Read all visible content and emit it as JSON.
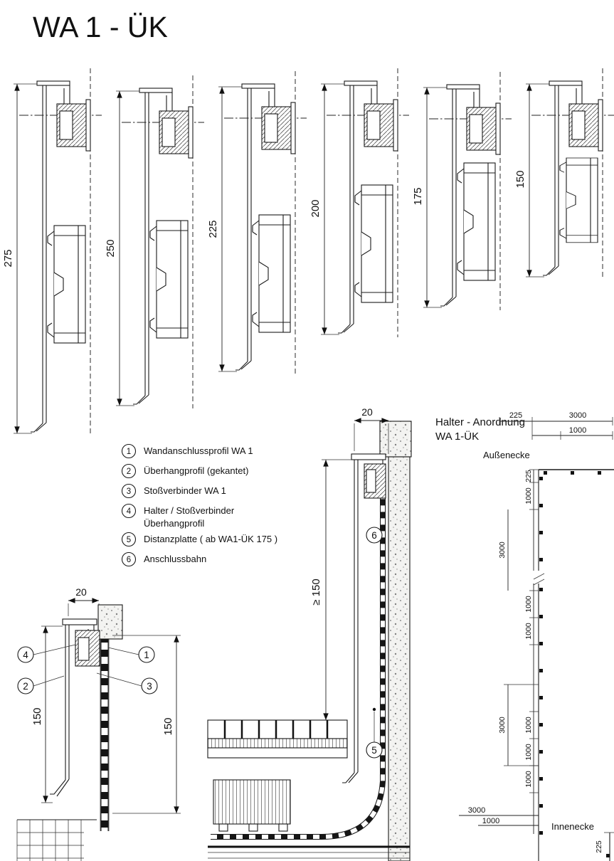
{
  "title": "WA 1 - ÜK",
  "profiles": [
    {
      "height_label": "275"
    },
    {
      "height_label": "250"
    },
    {
      "height_label": "225"
    },
    {
      "height_label": "200"
    },
    {
      "height_label": "175"
    },
    {
      "height_label": "150"
    }
  ],
  "legend": {
    "items": [
      {
        "num": "1",
        "line1": "Wandanschlussprofil WA 1"
      },
      {
        "num": "2",
        "line1": "Überhangprofil (gekantet)"
      },
      {
        "num": "3",
        "line1": "Stoßverbinder WA 1"
      },
      {
        "num": "4",
        "line1": "Halter / Stoßverbinder",
        "line2": "Überhangprofil"
      },
      {
        "num": "5",
        "line1": "Distanzplatte ( ab WA1-ÜK 175 )"
      },
      {
        "num": "6",
        "line1": "Anschlussbahn"
      }
    ]
  },
  "detail_left": {
    "dim_top": "20",
    "dim_left": "150",
    "dim_right": "150",
    "callouts": {
      "c1": "1",
      "c2": "2",
      "c3": "3",
      "c4": "4"
    }
  },
  "detail_middle": {
    "dim_top": "20",
    "dim_height": "≥ 150",
    "callouts": {
      "c5": "5",
      "c6": "6"
    }
  },
  "halter_layout": {
    "title_line1": "Halter - Anordnung",
    "title_line2": "WA 1-ÜK",
    "corner_top_label": "Außenecke",
    "corner_bottom_label": "Innenecke",
    "top_dims": {
      "d225": "225",
      "d3000": "3000",
      "d1000": "1000"
    },
    "left_dims": {
      "d3000_a": "3000",
      "d3000_b": "3000"
    },
    "right_dims": {
      "d225_top": "225",
      "d1000_a": "1000",
      "d1000_b": "1000",
      "d1000_c": "1000",
      "d1000_d": "1000",
      "d1000_e": "1000",
      "d1000_f": "1000"
    },
    "bottom_dims": {
      "d3000": "3000",
      "d1000": "1000",
      "d225": "225"
    }
  }
}
